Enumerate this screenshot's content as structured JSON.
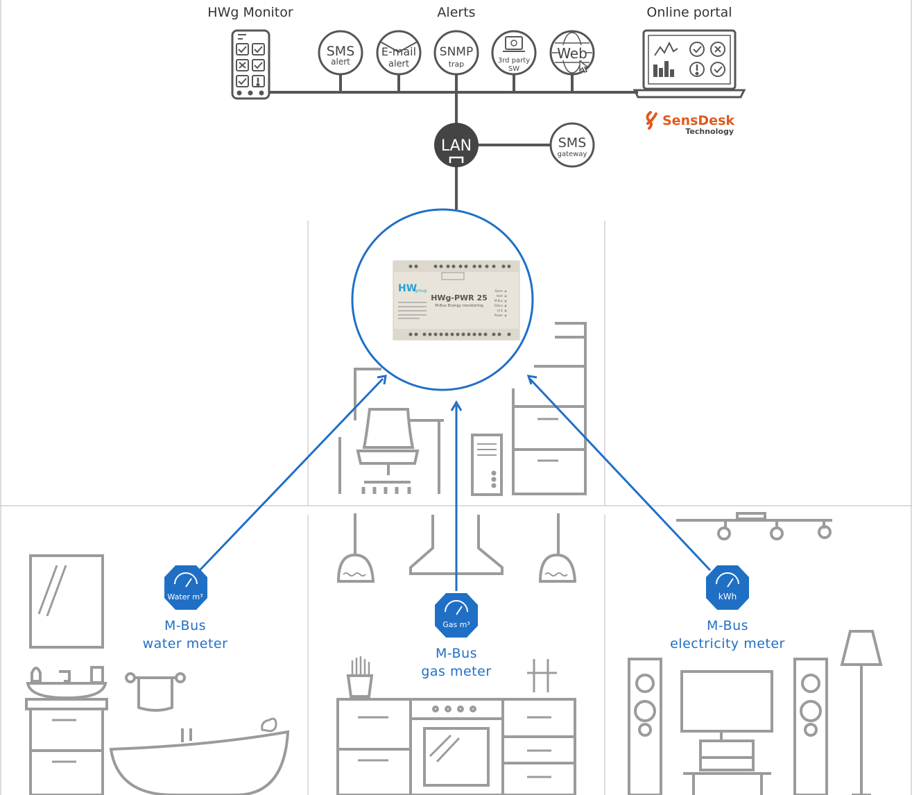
{
  "top_labels": {
    "monitor": "HWg Monitor",
    "alerts": "Alerts",
    "portal": "Online portal"
  },
  "alert_icons": {
    "sms": {
      "line1": "SMS",
      "line2": "alert"
    },
    "email": {
      "line1": "E-mail",
      "line2": "alert"
    },
    "snmp": {
      "line1": "SNMP",
      "line2": "trap"
    },
    "third_party": {
      "line1": "3rd party",
      "line2": "SW"
    },
    "web": {
      "line1": "Web"
    }
  },
  "lan": {
    "label": "LAN"
  },
  "sms_gateway": {
    "line1": "SMS",
    "line2": "gateway"
  },
  "brand": {
    "name": "SensDesk",
    "sub": "Technology",
    "color": "#e05a1e"
  },
  "device": {
    "logo": "HW",
    "logo_sub": "group",
    "model": "HWg-PWR 25",
    "subtitle": "M-Bus Energy monitoring",
    "leds": [
      "Alarm",
      "Host",
      "M-Bus",
      "Status",
      "Link",
      "Power"
    ]
  },
  "meters": {
    "water": {
      "badge": "Water m³",
      "line1": "M-Bus",
      "line2": "water meter"
    },
    "gas": {
      "badge": "Gas m³",
      "line1": "M-Bus",
      "line2": "gas meter"
    },
    "electricity": {
      "badge": "kWh",
      "line1": "M-Bus",
      "line2": "electricity meter"
    }
  },
  "colors": {
    "accent": "#1f6fc5",
    "line": "#555555",
    "furniture": "#9a9a9a"
  }
}
